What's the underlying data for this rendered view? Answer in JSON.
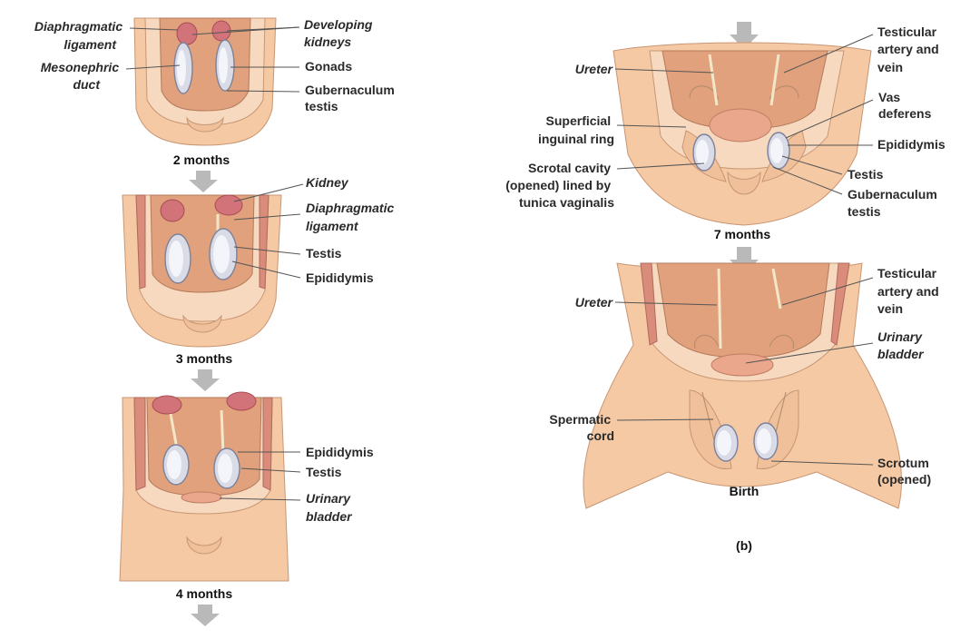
{
  "panel_a": {
    "two_months": {
      "caption": "2 months",
      "labels": {
        "diaphragmatic_ligament": [
          "Diaphragmatic",
          "ligament"
        ],
        "mesonephric_duct": [
          "Mesonephric",
          "duct"
        ],
        "developing_kidneys": [
          "Developing",
          "kidneys"
        ],
        "gonads": "Gonads",
        "gubernaculum_testis": [
          "Gubernaculum",
          "testis"
        ]
      }
    },
    "three_months": {
      "caption": "3 months",
      "labels": {
        "kidney": "Kidney",
        "diaphragmatic_ligament": [
          "Diaphragmatic",
          "ligament"
        ],
        "testis": "Testis",
        "epididymis": "Epididymis"
      }
    },
    "four_months": {
      "caption": "4 months",
      "labels": {
        "epididymis": "Epididymis",
        "testis": "Testis",
        "urinary_bladder": [
          "Urinary",
          "bladder"
        ]
      }
    }
  },
  "panel_b": {
    "panel_label": "(b)",
    "seven_months": {
      "caption": "7 months",
      "labels": {
        "ureter": "Ureter",
        "superficial_inguinal_ring": [
          "Superficial",
          "inguinal ring"
        ],
        "scrotal_cavity": [
          "Scrotal cavity",
          "(opened) lined by",
          "tunica vaginalis"
        ],
        "testicular_artery_vein": [
          "Testicular",
          "artery and",
          "vein"
        ],
        "vas_deferens": [
          "Vas",
          "deferens"
        ],
        "epididymis": "Epididymis",
        "testis": "Testis",
        "gubernaculum_testis": [
          "Gubernaculum",
          "testis"
        ]
      }
    },
    "birth": {
      "caption": "Birth",
      "labels": {
        "ureter": "Ureter",
        "spermatic_cord": [
          "Spermatic",
          "cord"
        ],
        "testicular_artery_vein": [
          "Testicular",
          "artery and",
          "vein"
        ],
        "urinary_bladder": [
          "Urinary",
          "bladder"
        ],
        "scrotum": [
          "Scrotum",
          "(opened)"
        ]
      }
    }
  }
}
